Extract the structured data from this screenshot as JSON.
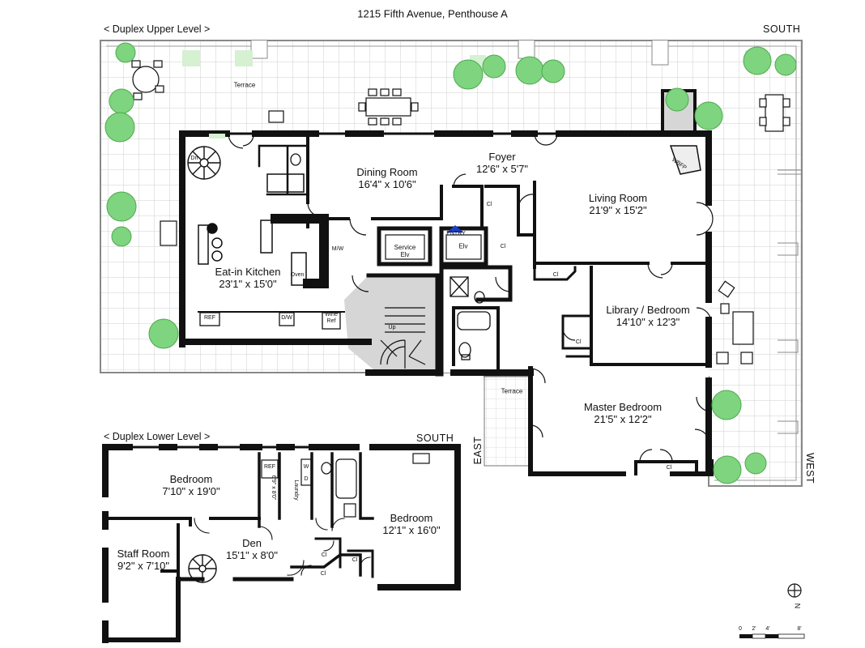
{
  "title": "1215 Fifth Avenue, Penthouse A",
  "upper_level": {
    "heading": "< Duplex Upper Level >",
    "south": "SOUTH",
    "east": "EAST",
    "west": "WEST",
    "rooms": {
      "terrace_main": "Terrace",
      "terrace_small": "Terrace",
      "dining": {
        "name": "Dining Room",
        "dim": "16'4\" x 10'6\""
      },
      "foyer": {
        "name": "Foyer",
        "dim": "12'6\" x 5'7\""
      },
      "living": {
        "name": "Living Room",
        "dim": "21'9\" x 15'2\""
      },
      "kitchen": {
        "name": "Eat-in Kitchen",
        "dim": "23'1\" x 15'0\""
      },
      "library": {
        "name": "Library / Bedroom",
        "dim": "14'10\" x 12'3\""
      },
      "master": {
        "name": "Master Bedroom",
        "dim": "21'5\" x 12'2\""
      }
    },
    "fixtures": {
      "service_elv": "Service\nElv",
      "elv": "Elv",
      "entry": "ENTRY",
      "ref": "REF",
      "dw": "D/W",
      "wine_ref": "Wine\nRef",
      "oven": "Oven",
      "mw": "M/W",
      "wbfp": "WBFP",
      "dn": "Dn",
      "up": "Up",
      "cl": "Cl"
    }
  },
  "lower_level": {
    "heading": "< Duplex Lower Level >",
    "south": "SOUTH",
    "rooms": {
      "bedroom1": {
        "name": "Bedroom",
        "dim": "7'10\" x 19'0\""
      },
      "bedroom2": {
        "name": "Bedroom",
        "dim": "12'1\" x 16'0\""
      },
      "staff": {
        "name": "Staff Room",
        "dim": "9'2\" x 7'10\""
      },
      "den": {
        "name": "Den",
        "dim": "15'1\" x 8'0\""
      }
    },
    "fixtures": {
      "laundry": "Laundry",
      "laundry_dim": "6'9\" x 8'0\"",
      "ref": "REF",
      "w": "W",
      "d": "D",
      "cl": "Cl"
    }
  },
  "compass": {
    "north": "N"
  },
  "scale": {
    "labels": [
      "0",
      "2'",
      "4'",
      "8'"
    ]
  },
  "colors": {
    "wall": "#111111",
    "grid": "#cfcfcf",
    "tree": "#7fd47f",
    "tree_dark": "#4caa4c",
    "stair": "#d6d6d6"
  }
}
